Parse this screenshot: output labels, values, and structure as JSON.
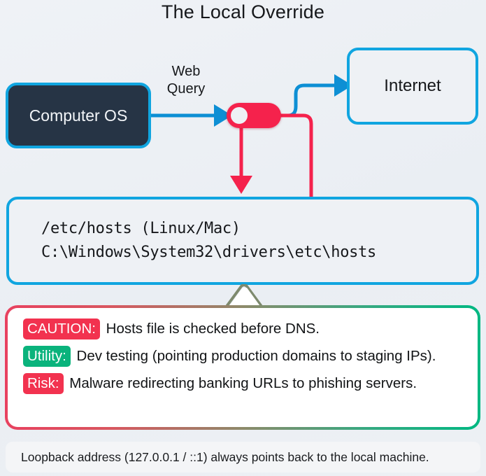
{
  "title": "The Local Override",
  "nodes": {
    "os_box": {
      "label": "Computer OS",
      "fill": "#263445",
      "border": "#10a5e0"
    },
    "internet_box": {
      "label": "Internet",
      "border": "#10a5e0"
    },
    "edge_label": "Web\nQuery",
    "edge_label_line1": "Web",
    "edge_label_line2": "Query",
    "toggle": {
      "name": "dns-override-toggle",
      "color": "#f5224c",
      "state": "on"
    }
  },
  "hosts_box": {
    "border": "#10a5e0",
    "lines": [
      "/etc/hosts (Linux/Mac)",
      "C:\\Windows\\System32\\drivers\\etc\\hosts"
    ]
  },
  "callout": {
    "border_start": "#e8415f",
    "border_end": "#00b882",
    "rows": [
      {
        "badge": "CAUTION:",
        "badge_color": "#f2324f",
        "text": "Hosts file is checked before DNS."
      },
      {
        "badge": "Utility:",
        "badge_color": "#0ab37c",
        "text": "Dev testing (pointing production domains to staging IPs)."
      },
      {
        "badge": "Risk:",
        "badge_color": "#f2324f",
        "text": "Malware redirecting banking URLs to phishing servers."
      }
    ]
  },
  "footer": {
    "text": "Loopback address (127.0.0.1 / ::1) always points back to the local machine."
  },
  "colors": {
    "background": "#eef1f5",
    "cyan": "#10a5e0",
    "red": "#f5224c",
    "green": "#0ab37c",
    "dark": "#263445"
  }
}
